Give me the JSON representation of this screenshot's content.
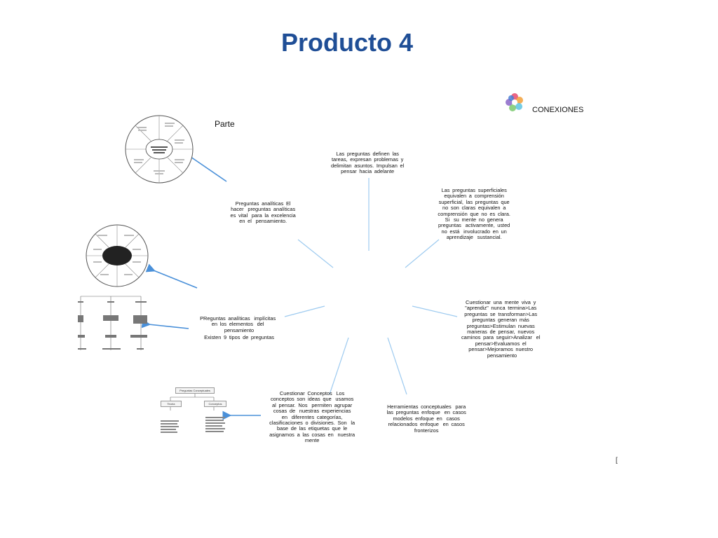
{
  "title": "Producto 4",
  "parte": "Parte  ",
  "conexiones": "  CONEXIONES  ",
  "nodes": {
    "top": "Las preguntas definen las  tareas, expresan problemas y  delimitan asuntos. Impulsan el  pensar hacia adelante ",
    "top_right": "Las preguntas superficiales  equivalen a comprensión  superficial, las preguntas que  no son claras equivalen a  comprensión que no es clara. Si  su mente no genera preguntas  activamente, usted no está  involucrado en un aprendizaje  sustancial. ",
    "top_left": "Preguntas analíticas El hacer  preguntas analíticas es vital  para la excelencia en el  pensamiento. ",
    "right": "Cuestionar una mente viva y  \"aprendiz\" nunca termina>Las  preguntas se transforman>Las  preguntas generan más  preguntas>Estimulan nuevas  maneras de pensar, nuevos  caminos para seguir>Analizar  el pensar>Evaluamos el  pensar>Mejoramos nuestro  pensamiento",
    "left": "PReguntas analíticas  implícitas en los elementos  del pensamiento",
    "left_sub": "Existen 9 tipos de preguntas",
    "bottom_left": "Cuestionar Conceptos  Los conceptos son ideas que  usamos al pensar. Nos  permiten agrupar cosas de  nuestras experiencias en  diferentes categorías,  clasificaciones o divisiones. Son  la base de las etiquetas que le  asignamos a las cosas en  nuestra mente ",
    "bottom_right": "Herramientas conceptuales  para las preguntas enfoque  en casos modelos enfoque en  casos relacionados enfoque  en casos fronterizos "
  },
  "thumb_concept": {
    "header": "Preguntas Conceptuales",
    "left_label": "Teoria",
    "right_label": "Conceptos"
  },
  "stray": [
    "[",
    " "
  ],
  "colors": {
    "title": "#1f4e96",
    "arrow": "#4a90d9",
    "line": "#9ecbf0"
  }
}
